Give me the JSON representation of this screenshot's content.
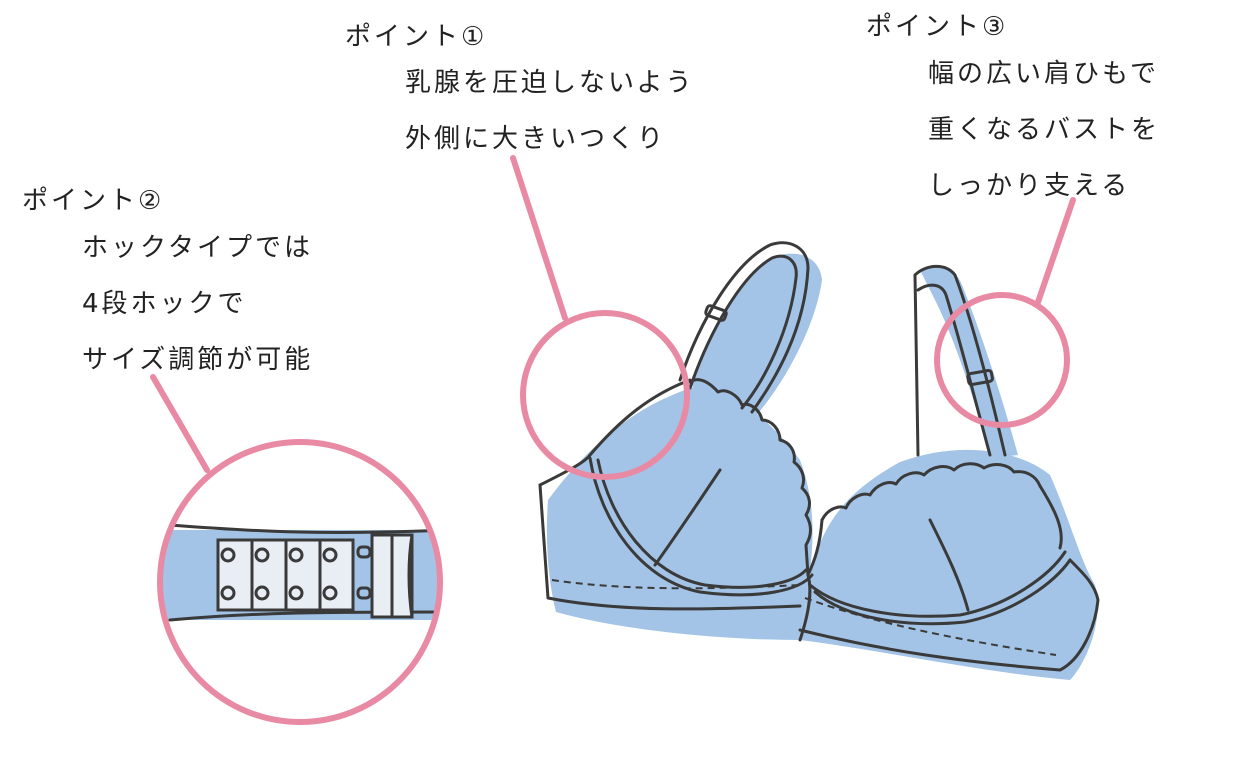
{
  "colors": {
    "fabric": "#a3c4e6",
    "outline": "#3a3a3a",
    "highlight_ring": "#e98aa5",
    "text": "#222222"
  },
  "points": [
    {
      "title": "ポイント①",
      "lines": [
        "乳腺を圧迫しないよう",
        "外側に大きいつくり"
      ]
    },
    {
      "title": "ポイント②",
      "lines": [
        "ホックタイプでは",
        "4段ホックで",
        "サイズ調節が可能"
      ]
    },
    {
      "title": "ポイント③",
      "lines": [
        "幅の広い肩ひもで",
        "重くなるバストを",
        "しっかり支える"
      ]
    }
  ]
}
